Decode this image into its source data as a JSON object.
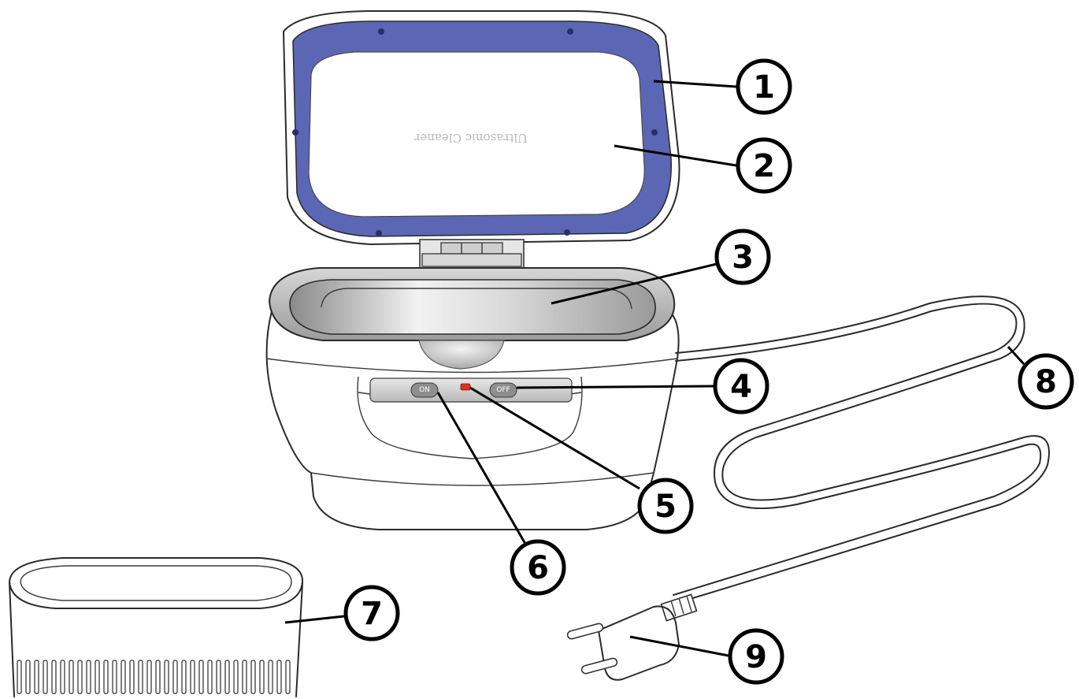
{
  "device": {
    "lid_window_text": "Ultrasonic Cleaner",
    "on_button_label": "ON",
    "off_button_label": "OFF",
    "lid_frame_color": "#5b67b4",
    "indicator_color": "#e0301e"
  },
  "callouts": [
    {
      "id": "callout-1",
      "label": "1"
    },
    {
      "id": "callout-2",
      "label": "2"
    },
    {
      "id": "callout-3",
      "label": "3"
    },
    {
      "id": "callout-4",
      "label": "4"
    },
    {
      "id": "callout-5",
      "label": "5"
    },
    {
      "id": "callout-6",
      "label": "6"
    },
    {
      "id": "callout-7",
      "label": "7"
    },
    {
      "id": "callout-8",
      "label": "8"
    },
    {
      "id": "callout-9",
      "label": "9"
    }
  ]
}
